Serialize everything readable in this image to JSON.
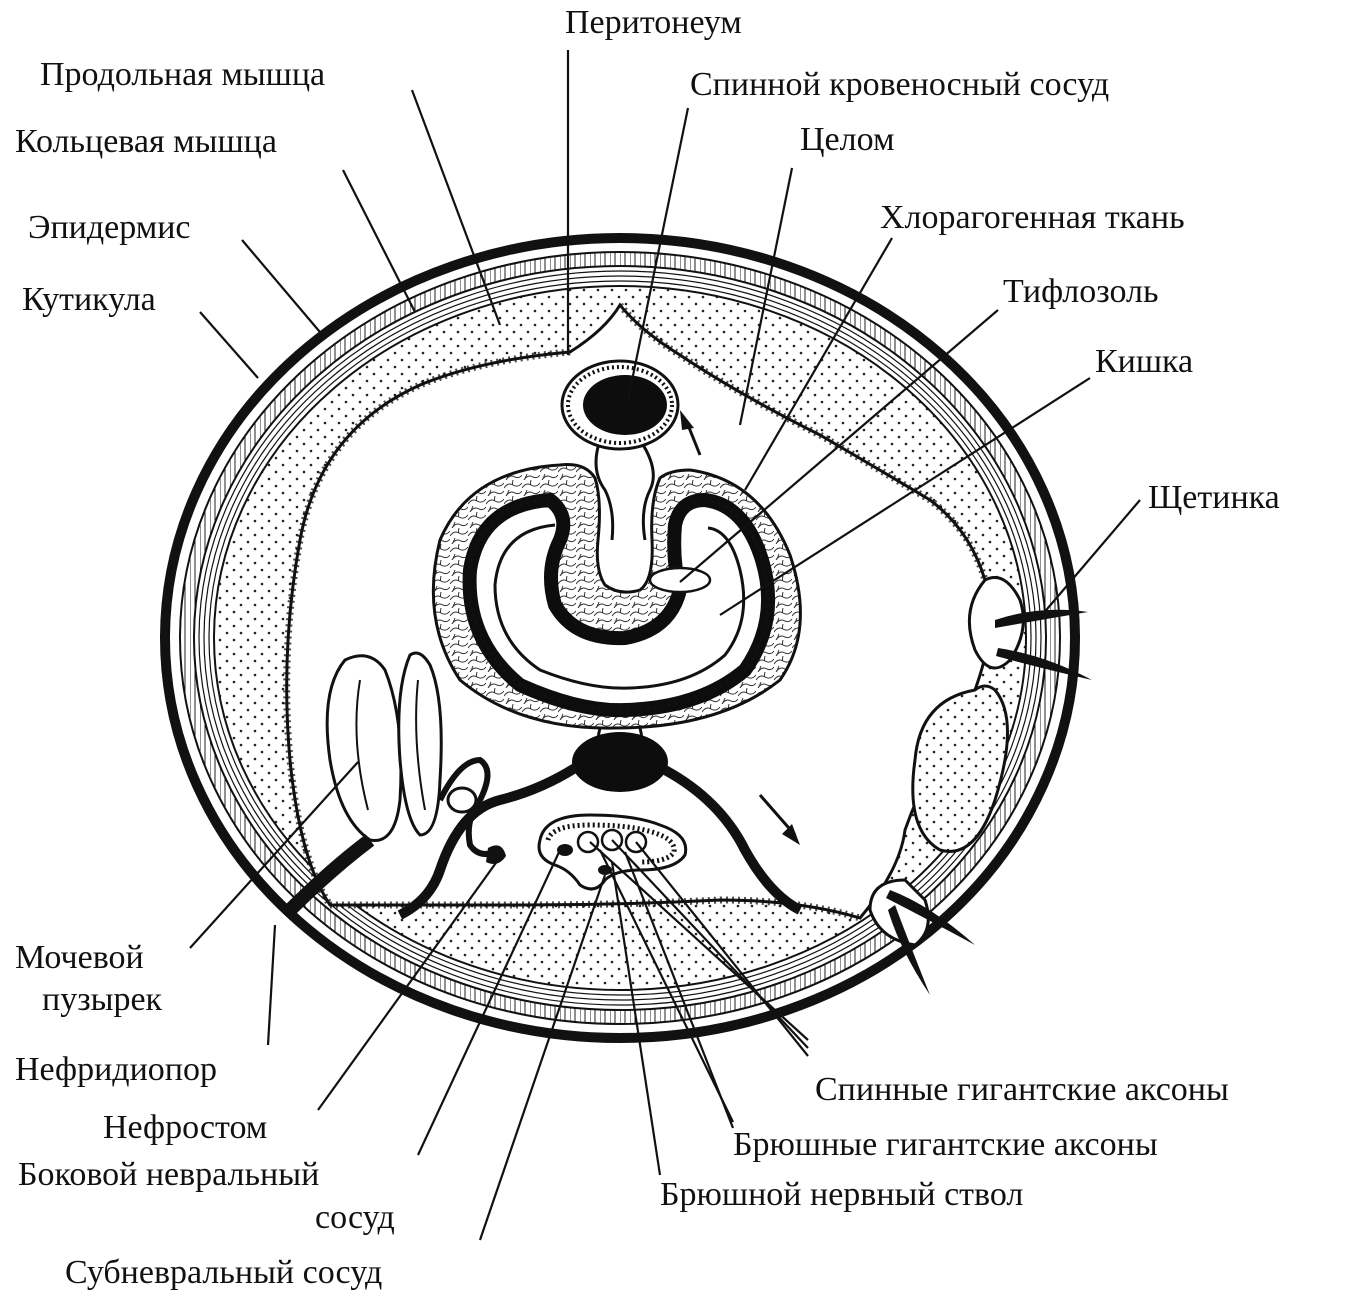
{
  "labels": {
    "peritoneum": "Перитонеум",
    "longitudinal_muscle": "Продольная мышца",
    "dorsal_vessel": "Спинной кровеносный сосуд",
    "circular_muscle": "Кольцевая мышца",
    "coelom": "Целом",
    "epidermis": "Эпидермис",
    "chloragogen": "Хлорагогенная ткань",
    "cuticle": "Кутикула",
    "typhlosole": "Тифлозоль",
    "intestine": "Кишка",
    "seta": "Щетинка",
    "bladder_line1": "Мочевой",
    "bladder_line2": "пузырек",
    "nephridiopore": "Нефридиопор",
    "nephrostome": "Нефростом",
    "lateral_neural_line1": "Боковой невральный",
    "lateral_neural_line2": "сосуд",
    "subneural_vessel": "Субневральный сосуд",
    "dorsal_giant_axons": "Спинные гигантские аксоны",
    "ventral_giant_axons": "Брюшные гигантские аксоны",
    "ventral_nerve_cord": "Брюшной нервный ствол"
  }
}
